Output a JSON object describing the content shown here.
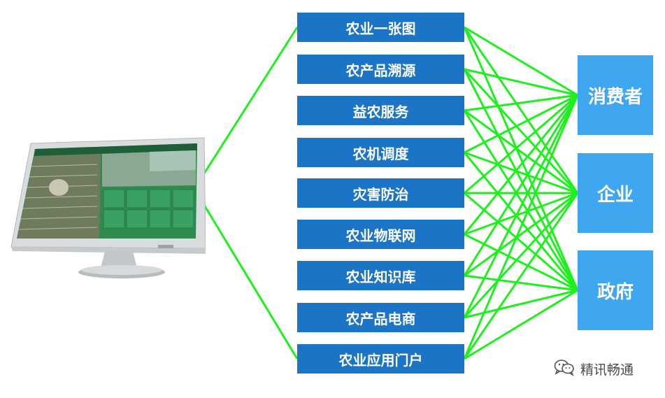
{
  "colors": {
    "module_fill": "#1b74c5",
    "stakeholder_fill": "#3fa7f0",
    "connector": "#1ef01e",
    "screen_green": "#2f8a4e"
  },
  "monitor": {
    "icon": "desktop-monitor-icon"
  },
  "modules": [
    {
      "id": "m1",
      "label": "农业一张图"
    },
    {
      "id": "m2",
      "label": "农产品溯源"
    },
    {
      "id": "m3",
      "label": "益农服务"
    },
    {
      "id": "m4",
      "label": "农机调度"
    },
    {
      "id": "m5",
      "label": "灾害防治"
    },
    {
      "id": "m6",
      "label": "农业物联网"
    },
    {
      "id": "m7",
      "label": "农业知识库"
    },
    {
      "id": "m8",
      "label": "农产品电商"
    },
    {
      "id": "m9",
      "label": "农业应用门户"
    }
  ],
  "stakeholders": [
    {
      "id": "s1",
      "label": "消费者"
    },
    {
      "id": "s2",
      "label": "企业"
    },
    {
      "id": "s3",
      "label": "政府"
    }
  ],
  "watermark": {
    "icon": "wechat-icon",
    "text": "精讯畅通"
  }
}
